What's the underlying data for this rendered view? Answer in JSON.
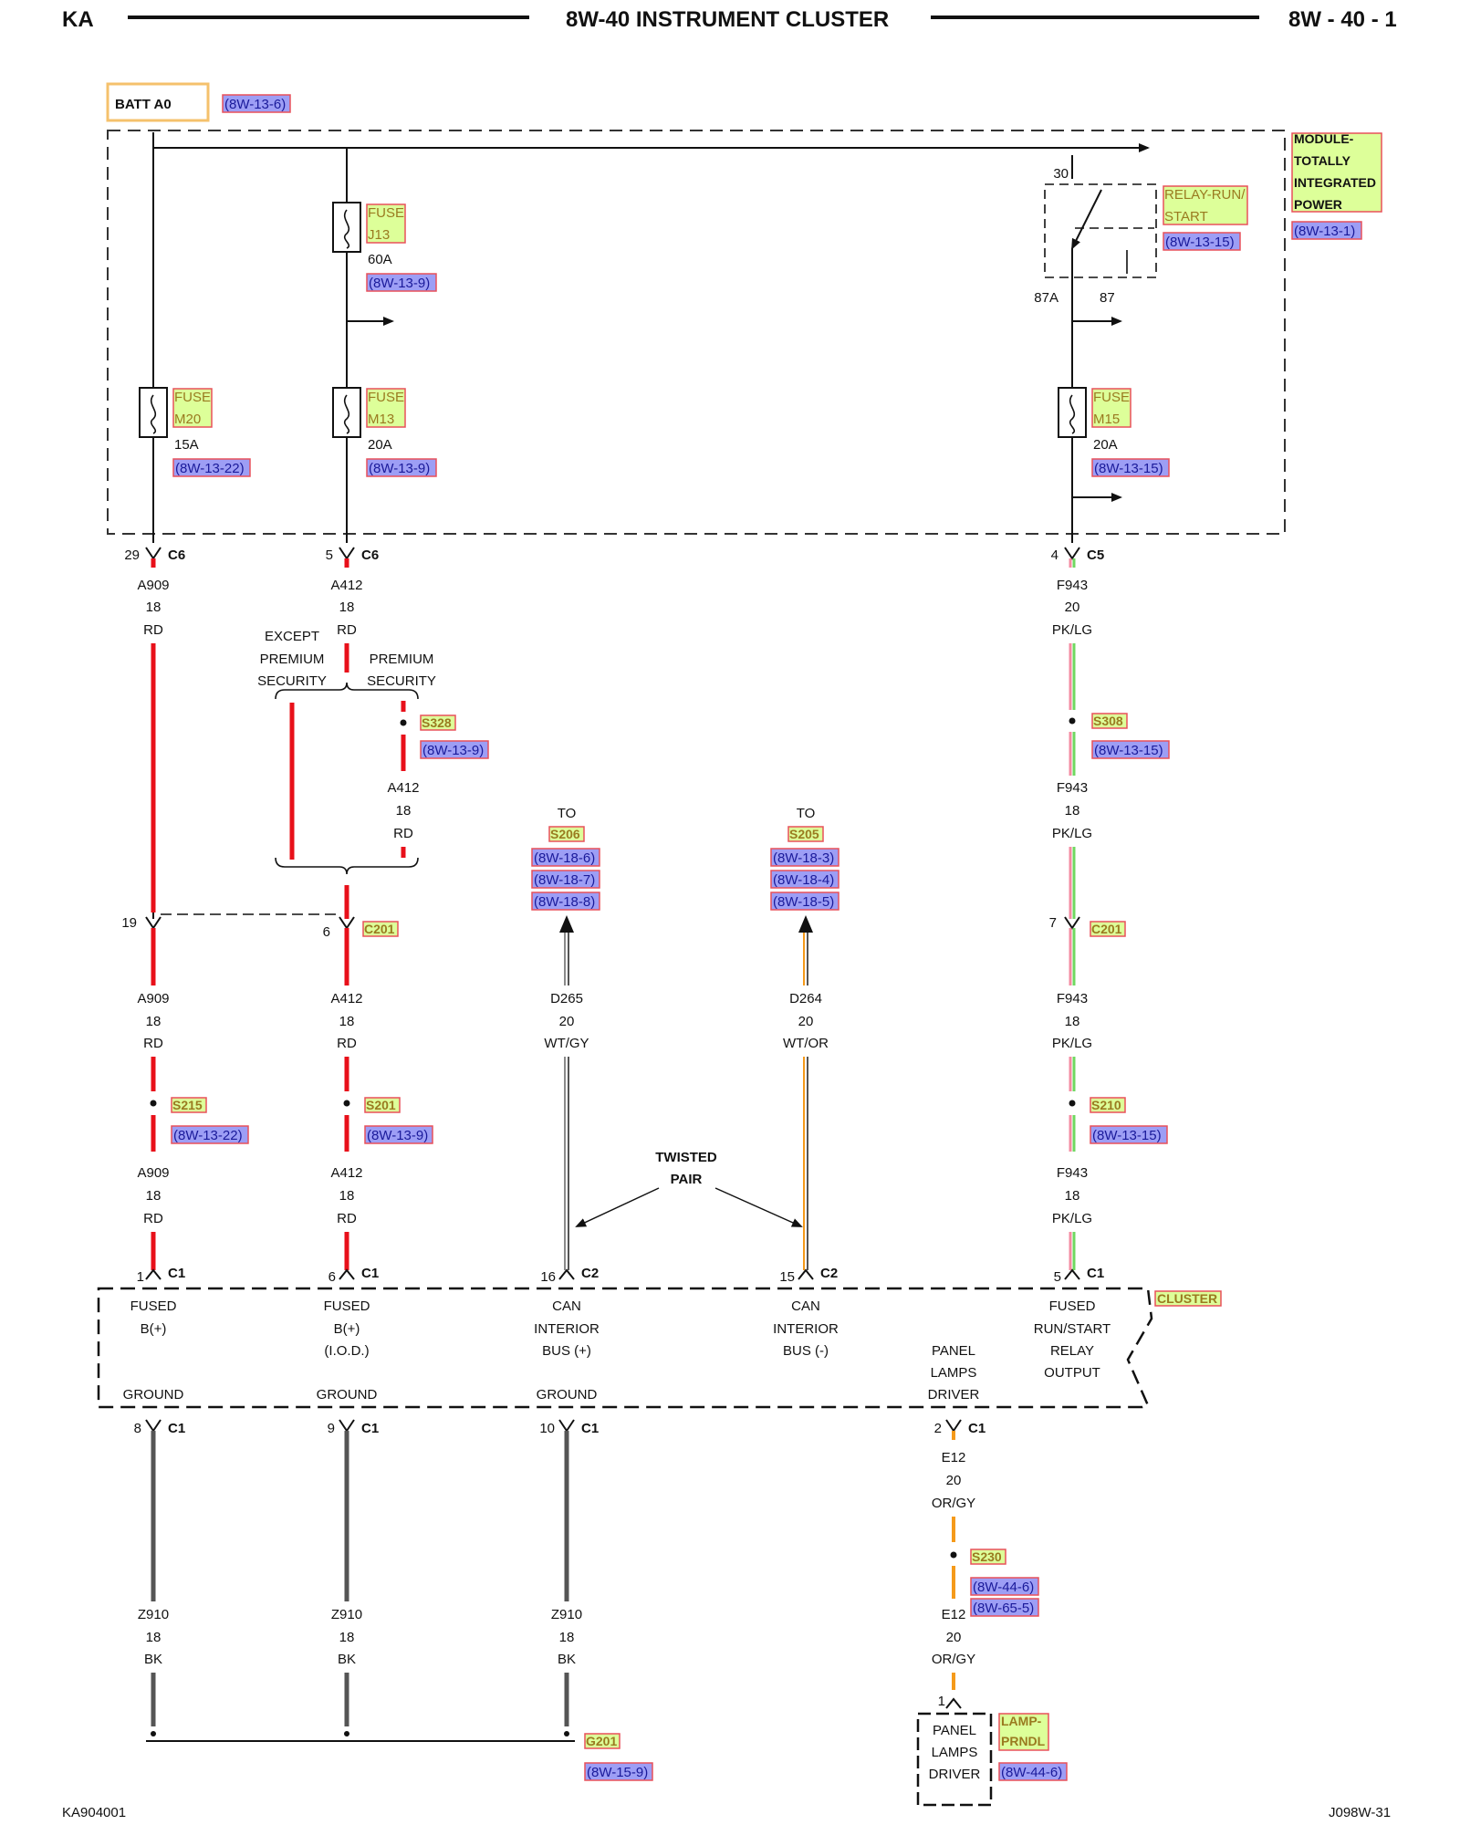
{
  "header": {
    "left": "KA",
    "title": "8W-40 INSTRUMENT CLUSTER",
    "page_ref": "8W - 40 - 1"
  },
  "footer": {
    "left": "KA904001",
    "right": "J098W-31"
  },
  "top": {
    "batt_label": "BATT A0",
    "batt_ref": "(8W-13-6)"
  },
  "module": {
    "name_lines": [
      "MODULE-",
      "TOTALLY",
      "INTEGRATED",
      "POWER"
    ],
    "ref": "(8W-13-1)"
  },
  "fuses": {
    "j13": {
      "name1": "FUSE",
      "name2": "J13",
      "rating": "60A",
      "ref": "(8W-13-9)"
    },
    "m20": {
      "name1": "FUSE",
      "name2": "M20",
      "rating": "15A",
      "ref": "(8W-13-22)"
    },
    "m13": {
      "name1": "FUSE",
      "name2": "M13",
      "rating": "20A",
      "ref": "(8W-13-9)"
    },
    "m15": {
      "name1": "FUSE",
      "name2": "M15",
      "rating": "20A",
      "ref": "(8W-13-15)"
    }
  },
  "relay": {
    "name1": "RELAY-RUN/",
    "name2": "START",
    "ref": "(8W-13-15)",
    "pin30": "30",
    "pin87a": "87A",
    "pin87": "87"
  },
  "connectors": {
    "c6_29": {
      "pin": "29",
      "name": "C6"
    },
    "c6_5": {
      "pin": "5",
      "name": "C6"
    },
    "c5_4": {
      "pin": "4",
      "name": "C5"
    },
    "c201_19": {
      "pin": "19"
    },
    "c201_6": {
      "pin": "6",
      "name": "C201"
    },
    "c201_7": {
      "pin": "7",
      "name": "C201"
    },
    "c1_1": {
      "pin": "1",
      "name": "C1"
    },
    "c1_6": {
      "pin": "6",
      "name": "C1"
    },
    "c2_16": {
      "pin": "16",
      "name": "C2"
    },
    "c2_15": {
      "pin": "15",
      "name": "C2"
    },
    "c1_5": {
      "pin": "5",
      "name": "C1"
    },
    "c1_8": {
      "pin": "8",
      "name": "C1"
    },
    "c1_9": {
      "pin": "9",
      "name": "C1"
    },
    "c1_10": {
      "pin": "10",
      "name": "C1"
    },
    "c1_2": {
      "pin": "2",
      "name": "C1"
    },
    "lamp_1": {
      "pin": "1"
    }
  },
  "wires": {
    "a909_top": [
      "A909",
      "18",
      "RD"
    ],
    "a412_top": [
      "A412",
      "18",
      "RD"
    ],
    "f943_top": [
      "F943",
      "20",
      "PK/LG"
    ],
    "a412_prem": [
      "A412",
      "18",
      "RD"
    ],
    "f943_mid": [
      "F943",
      "18",
      "PK/LG"
    ],
    "a909_mid": [
      "A909",
      "18",
      "RD"
    ],
    "a412_mid": [
      "A412",
      "18",
      "RD"
    ],
    "d265": [
      "D265",
      "20",
      "WT/GY"
    ],
    "d264": [
      "D264",
      "20",
      "WT/OR"
    ],
    "f943_mid2": [
      "F943",
      "18",
      "PK/LG"
    ],
    "a909_bot": [
      "A909",
      "18",
      "RD"
    ],
    "a412_bot": [
      "A412",
      "18",
      "RD"
    ],
    "f943_bot": [
      "F943",
      "18",
      "PK/LG"
    ],
    "e12_top": [
      "E12",
      "20",
      "OR/GY"
    ],
    "e12_bot": [
      "E12",
      "20",
      "OR/GY"
    ],
    "z910_a": [
      "Z910",
      "18",
      "BK"
    ],
    "z910_b": [
      "Z910",
      "18",
      "BK"
    ],
    "z910_c": [
      "Z910",
      "18",
      "BK"
    ]
  },
  "options": {
    "except": [
      "EXCEPT",
      "PREMIUM",
      "SECURITY"
    ],
    "premium": [
      "PREMIUM",
      "SECURITY"
    ]
  },
  "splices": {
    "s328": {
      "name": "S328",
      "ref": "(8W-13-9)"
    },
    "s308": {
      "name": "S308",
      "ref": "(8W-13-15)"
    },
    "s215": {
      "name": "S215",
      "ref": "(8W-13-22)"
    },
    "s201": {
      "name": "S201",
      "ref": "(8W-13-9)"
    },
    "s210": {
      "name": "S210",
      "ref": "(8W-13-15)"
    },
    "s230": {
      "name": "S230",
      "ref1": "(8W-44-6)",
      "ref2": "(8W-65-5)"
    },
    "g201": {
      "name": "G201",
      "ref": "(8W-15-9)"
    }
  },
  "to_s206": {
    "to": "TO",
    "name": "S206",
    "refs": [
      "(8W-18-6)",
      "(8W-18-7)",
      "(8W-18-8)"
    ]
  },
  "to_s205": {
    "to": "TO",
    "name": "S205",
    "refs": [
      "(8W-18-3)",
      "(8W-18-4)",
      "(8W-18-5)"
    ]
  },
  "twisted": [
    "TWISTED",
    "PAIR"
  ],
  "cluster": {
    "name": "CLUSTER",
    "fused_b": [
      "FUSED",
      "B(+)"
    ],
    "fused_iod": [
      "FUSED",
      "B(+)",
      "(I.O.D.)"
    ],
    "can_plus": [
      "CAN",
      "INTERIOR",
      "BUS (+)"
    ],
    "can_minus": [
      "CAN",
      "INTERIOR",
      "BUS (-)"
    ],
    "panel_driver": [
      "PANEL",
      "LAMPS",
      "DRIVER"
    ],
    "run_start": [
      "FUSED",
      "RUN/START",
      "RELAY",
      "OUTPUT"
    ],
    "ground": "GROUND"
  },
  "lamp": {
    "name1": "LAMP-",
    "name2": "PRNDL",
    "ref": "(8W-44-6)",
    "lines": [
      "PANEL",
      "LAMPS",
      "DRIVER"
    ]
  },
  "colors": {
    "red": "#e8101a",
    "pink": "#f48aa0",
    "light_green": "#6fd860",
    "white_wire": "#cfcfcf",
    "gray": "#8a8a8a",
    "orange": "#f59a1a",
    "black_wire": "#555555",
    "ref_fill": "#9d9ef5",
    "name_fill": "#ddff99",
    "name_border": "#e8505a"
  }
}
